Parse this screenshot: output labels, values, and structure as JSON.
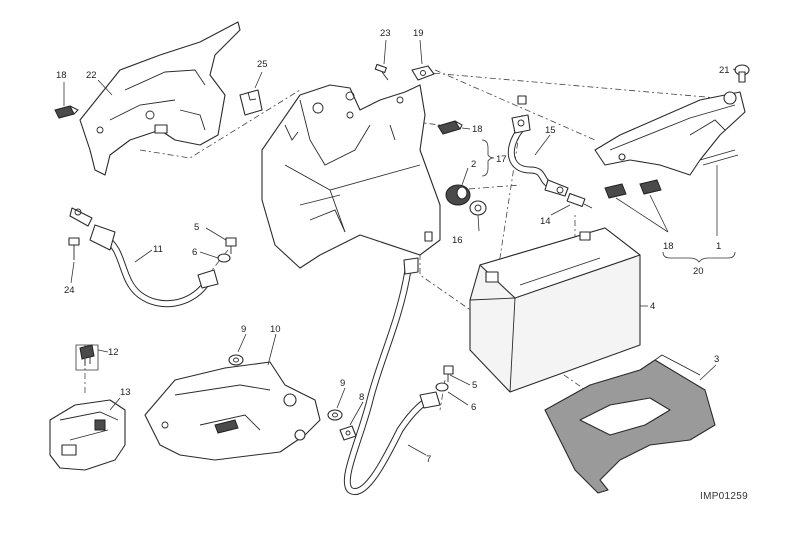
{
  "labels": {
    "l1": "1",
    "l2": "2",
    "l3": "3",
    "l4": "4",
    "l5a": "5",
    "l5b": "5",
    "l6a": "6",
    "l6b": "6",
    "l7": "7",
    "l8": "8",
    "l9a": "9",
    "l9b": "9",
    "l10": "10",
    "l11": "11",
    "l12": "12",
    "l13": "13",
    "l14": "14",
    "l15": "15",
    "l16": "16",
    "l17": "17",
    "l18a": "18",
    "l18b": "18",
    "l18c": "18",
    "l19": "19",
    "l20": "20",
    "l21": "21",
    "l22": "22",
    "l23": "23",
    "l24": "24",
    "l25": "25"
  },
  "drawing_code": "IMP01259"
}
